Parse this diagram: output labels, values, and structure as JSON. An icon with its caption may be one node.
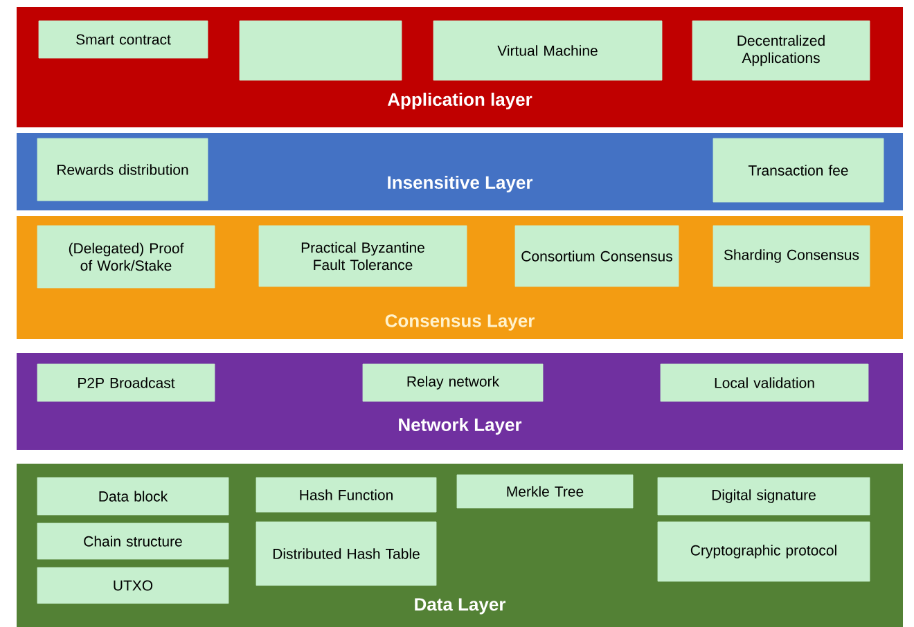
{
  "diagram": {
    "nodes": [
      {
        "text": [
          "Application layer"
        ]
      },
      {
        "text": [
          "Smart contract"
        ],
        "in": 0
      },
      {
        "text": [],
        "shape": "box",
        "in": 0
      },
      {
        "text": [
          "Virtual Machine"
        ],
        "in": 0
      },
      {
        "text": [
          "Decentralized Applications"
        ],
        "in": 0
      },
      {
        "text": [
          "Insensitive Layer"
        ]
      },
      {
        "text": [
          "Rewards distribution"
        ],
        "in": 5
      },
      {
        "text": [
          "Transaction fee"
        ],
        "in": 5
      },
      {
        "text": [
          "Consensus Layer"
        ]
      },
      {
        "text": [
          "(Delegated) Proof of Work/Stake"
        ],
        "in": 8
      },
      {
        "text": [
          "Practical Byzantine Fault Tolerance"
        ],
        "in": 8
      },
      {
        "text": [
          "Consortium Consensus"
        ],
        "in": 8
      },
      {
        "text": [
          "Sharding Consensus"
        ],
        "in": 8
      },
      {
        "text": [
          "Network Layer"
        ]
      },
      {
        "text": [
          "P2P Broadcast"
        ],
        "in": 13
      },
      {
        "text": [
          "Relay network"
        ],
        "in": 13
      },
      {
        "text": [
          "Local validation"
        ],
        "in": 13
      },
      {
        "text": [
          "Data Layer"
        ]
      },
      {
        "text": [
          "Data block"
        ],
        "in": 17
      },
      {
        "text": [
          "Chain structure"
        ],
        "in": 17
      },
      {
        "text": [
          "UTXO"
        ],
        "in": 17
      },
      {
        "text": [
          "Hash Function"
        ],
        "in": 17
      },
      {
        "text": [
          "Distributed Hash Table"
        ],
        "in": 17
      },
      {
        "text": [
          "Merkle Tree"
        ],
        "in": 17
      },
      {
        "text": [
          "Digital signature"
        ],
        "in": 17
      },
      {
        "text": [
          "Cryptographic protocol"
        ],
        "in": 17
      }
    ]
  }
}
